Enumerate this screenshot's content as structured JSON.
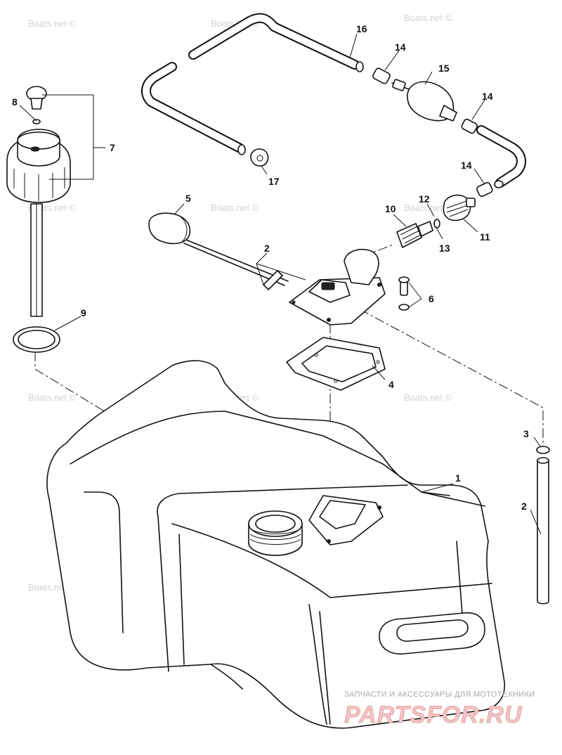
{
  "diagram": {
    "labels": [
      {
        "id": "part-1",
        "text": "1"
      },
      {
        "id": "part-2a",
        "text": "2"
      },
      {
        "id": "part-2b",
        "text": "2"
      },
      {
        "id": "part-3",
        "text": "3"
      },
      {
        "id": "part-4",
        "text": "4"
      },
      {
        "id": "part-5",
        "text": "5"
      },
      {
        "id": "part-6",
        "text": "6"
      },
      {
        "id": "part-7",
        "text": "7"
      },
      {
        "id": "part-8",
        "text": "8"
      },
      {
        "id": "part-9",
        "text": "9"
      },
      {
        "id": "part-10",
        "text": "10"
      },
      {
        "id": "part-11",
        "text": "11"
      },
      {
        "id": "part-12",
        "text": "12"
      },
      {
        "id": "part-13",
        "text": "13"
      },
      {
        "id": "part-14a",
        "text": "14"
      },
      {
        "id": "part-14b",
        "text": "14"
      },
      {
        "id": "part-14c",
        "text": "14"
      },
      {
        "id": "part-15",
        "text": "15"
      },
      {
        "id": "part-16",
        "text": "16"
      },
      {
        "id": "part-17",
        "text": "17"
      }
    ],
    "watermark": "Boats.net ©"
  },
  "footer": {
    "subtitle": "ЗАПЧАСТИ И АКСЕССУАРЫ ДЛЯ МОТОТЕХНИКИ",
    "brand": "PARTSFOR.RU"
  }
}
